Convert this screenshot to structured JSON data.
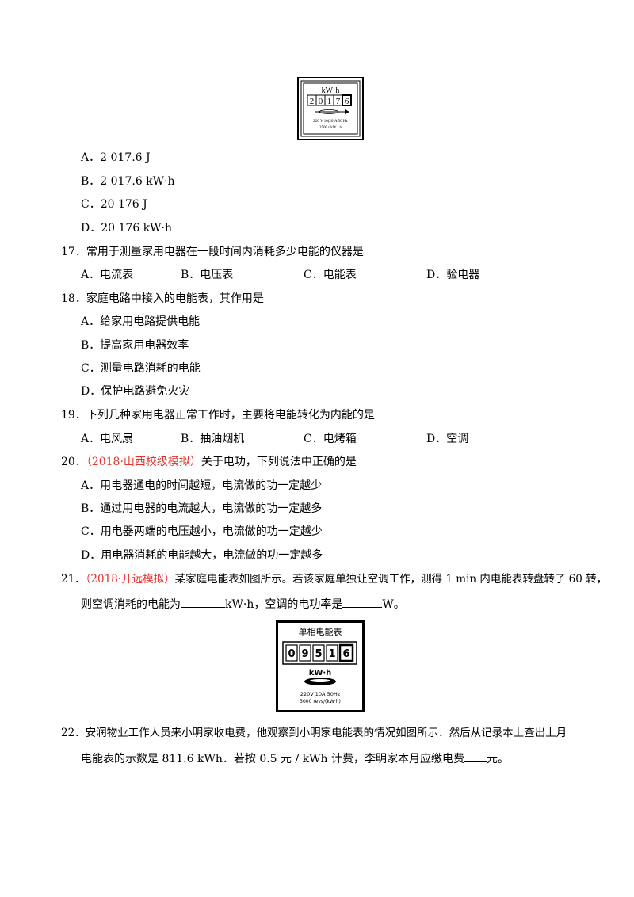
{
  "meter1": {
    "unit": "kW·h",
    "digits": [
      "2",
      "0",
      "1",
      "7",
      "6"
    ],
    "spec_line1": "220 V 10(20)A 50 Hz",
    "spec_line2": "2500 r/kW · h"
  },
  "q16": {
    "options": [
      {
        "letter": "A．",
        "text": "2 017.6 J"
      },
      {
        "letter": "B．",
        "text": "2 017.6 kW·h"
      },
      {
        "letter": "C．",
        "text": "20 176 J"
      },
      {
        "letter": "D．",
        "text": "20 176 kW·h"
      }
    ]
  },
  "q17": {
    "number": "17．",
    "stem": "常用于测量家用电器在一段时间内消耗多少电能的仪器是",
    "options": [
      {
        "letter": "A．",
        "text": "电流表"
      },
      {
        "letter": "B．",
        "text": "电压表"
      },
      {
        "letter": "C．",
        "text": "电能表"
      },
      {
        "letter": "D．",
        "text": "验电器"
      }
    ]
  },
  "q18": {
    "number": "18．",
    "stem": "家庭电路中接入的电能表，其作用是",
    "options": [
      {
        "letter": "A．",
        "text": "给家用电路提供电能"
      },
      {
        "letter": "B．",
        "text": "提高家用电器效率"
      },
      {
        "letter": "C．",
        "text": "测量电路消耗的电能"
      },
      {
        "letter": "D．",
        "text": "保护电路避免火灾"
      }
    ]
  },
  "q19": {
    "number": "19．",
    "stem": "下列几种家用电器正常工作时，主要将电能转化为内能的是",
    "options": [
      {
        "letter": "A．",
        "text": "电风扇"
      },
      {
        "letter": "B．",
        "text": "抽油烟机"
      },
      {
        "letter": "C．",
        "text": "电烤箱"
      },
      {
        "letter": "D．",
        "text": "空调"
      }
    ]
  },
  "q20": {
    "number": "20．",
    "source": "（2018·山西校级模拟）",
    "stem": "关于电功，下列说法中正确的是",
    "options": [
      {
        "letter": "A．",
        "text": "用电器通电的时间越短，电流做的功一定越少"
      },
      {
        "letter": "B．",
        "text": "通过用电器的电流越大，电流做的功一定越多"
      },
      {
        "letter": "C．",
        "text": "用电器两端的电压越小，电流做的功一定越少"
      },
      {
        "letter": "D．",
        "text": "用电器消耗的电能越大，电流做的功一定越多"
      }
    ]
  },
  "q21": {
    "number": "21．",
    "source": "（2018·开远模拟）",
    "stem_line1": "某家庭电能表如图所示。若该家庭单独让空调工作，测得 1 min 内电能表转盘转了 60 转，",
    "stem_line2_a": "则空调消耗的电能为",
    "stem_line2_b": "kW·h，空调的电功率是",
    "stem_line2_c": "W。"
  },
  "meter2": {
    "title": "单相电能表",
    "digits": [
      "0",
      "9",
      "5",
      "1",
      "6"
    ],
    "unit": "kW·h",
    "spec_line1": "220V 10A 50Hz",
    "spec_line2": "3000 revs/(kW·h)"
  },
  "q22": {
    "number": "22．",
    "stem_line1": "安润物业工作人员来小明家收电费，他观察到小明家电能表的情况如图所示．然后从记录本上查出上月",
    "stem_line2_a": "电能表的示数是 811.6 kWh．若按 0.5 元 / kWh 计费，李明家本月应缴电费",
    "stem_line2_b": "元。"
  }
}
